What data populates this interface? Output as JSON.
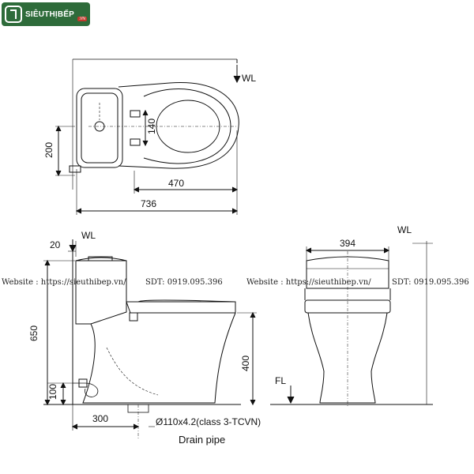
{
  "logo": {
    "text": "SIÊUTHỊBẾP",
    "suffix": ".VN"
  },
  "watermark": {
    "website_label": "Website : https://sieuthibep.vn/",
    "phone_label": "SDT: 0919.095.396"
  },
  "top_view": {
    "wl": "WL",
    "dim_200": "200",
    "dim_140": "140",
    "dim_470": "470",
    "dim_736": "736"
  },
  "side_view": {
    "wl": "WL",
    "dim_20": "20",
    "dim_650": "650",
    "dim_400": "400",
    "dim_100": "100",
    "dim_300": "300",
    "pipe_spec": "Ø110x4.2(class 3-TCVN)",
    "drain_label": "Drain pipe"
  },
  "front_view": {
    "wl": "WL",
    "fl": "FL",
    "dim_394": "394"
  }
}
